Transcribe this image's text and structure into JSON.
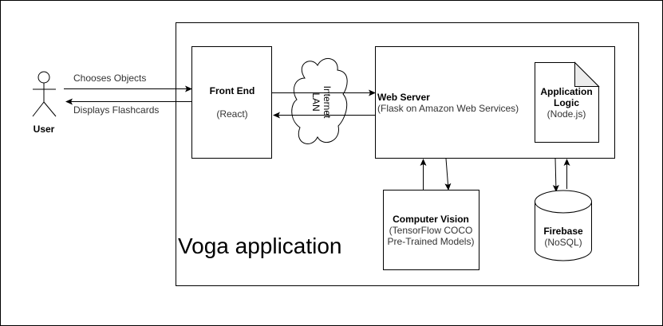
{
  "diagram": {
    "title": "Voga application",
    "actor": {
      "label": "User"
    },
    "edges": {
      "user_to_frontend": "Chooses Objects",
      "frontend_to_user": "Displays Flashcards"
    },
    "nodes": {
      "front_end": {
        "title": "Front End",
        "subtitle": "(React)"
      },
      "network": {
        "line1": "Internet",
        "line2": "LAN"
      },
      "web_server": {
        "title": "Web Server",
        "subtitle": "(Flask on Amazon Web Services)"
      },
      "app_logic": {
        "line1": "Application",
        "line2": "Logic",
        "subtitle": "(Node.js)"
      },
      "computer_vision": {
        "title": "Computer Vision",
        "line2": "(TensorFlow COCO",
        "line3": "Pre-Trained Models)"
      },
      "firebase": {
        "title": "Firebase",
        "subtitle": "(NoSQL)"
      }
    },
    "colors": {
      "stroke": "#000000",
      "page_fold": "#ececec",
      "subtext": "#333333"
    }
  }
}
